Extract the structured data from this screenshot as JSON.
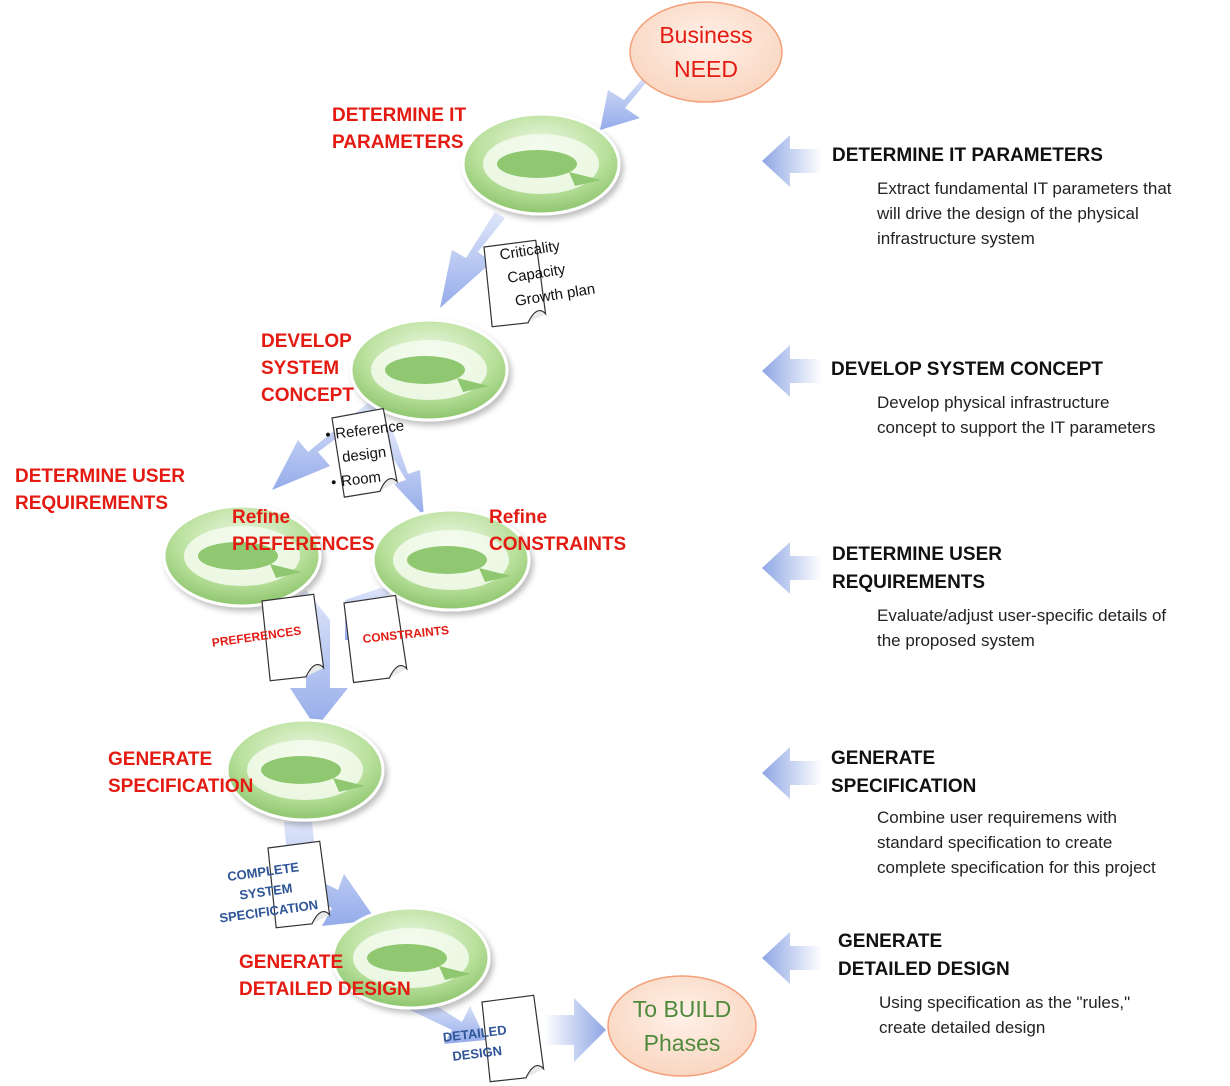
{
  "terminals": {
    "start": [
      "Business",
      "NEED"
    ],
    "end": [
      "To BUILD",
      "Phases"
    ]
  },
  "steps": {
    "it_params": [
      "DETERMINE IT",
      "PARAMETERS"
    ],
    "concept": [
      "DEVELOP",
      "SYSTEM",
      "CONCEPT"
    ],
    "user_req": [
      "DETERMINE USER",
      "REQUIREMENTS"
    ],
    "preferences": [
      "Refine",
      "PREFERENCES"
    ],
    "constraints": [
      "Refine",
      "CONSTRAINTS"
    ],
    "specification": [
      "GENERATE",
      "SPECIFICATION"
    ],
    "detailed": [
      "GENERATE",
      "DETAILED DESIGN"
    ]
  },
  "documents": {
    "it_outputs": [
      "Criticality",
      "Capacity",
      "Growth plan"
    ],
    "concept_outputs": [
      "Reference",
      "design",
      "Room"
    ],
    "preferences_doc": "PREFERENCES",
    "constraints_doc": "CONSTRAINTS",
    "spec_doc": [
      "COMPLETE",
      "SYSTEM",
      "SPECIFICATION"
    ],
    "design_doc": [
      "DETAILED",
      "DESIGN"
    ]
  },
  "legend": [
    {
      "title": [
        "DETERMINE IT PARAMETERS"
      ],
      "desc": [
        "Extract fundamental IT parameters that",
        "will drive the design of the physical",
        "infrastructure system"
      ]
    },
    {
      "title": [
        "DEVELOP SYSTEM CONCEPT"
      ],
      "desc": [
        "Develop physical infrastructure",
        "concept to support the IT parameters"
      ]
    },
    {
      "title": [
        "DETERMINE USER",
        "REQUIREMENTS"
      ],
      "desc": [
        "Evaluate/adjust user-specific details of",
        "the proposed system"
      ]
    },
    {
      "title": [
        "GENERATE",
        "SPECIFICATION"
      ],
      "desc": [
        "Combine user requiremens with",
        "standard specification to create",
        "complete specification for this project"
      ]
    },
    {
      "title": [
        "GENERATE",
        "DETAILED DESIGN"
      ],
      "desc": [
        "Using specification as the \"rules,\"",
        "create detailed design"
      ]
    }
  ],
  "colors": {
    "step_red": "#e31b12",
    "doc_blue": "#2e5597",
    "terminal_fill": "#fbe3d4",
    "end_text_green": "#4f8a3c",
    "cycle_green": "#9ccf7e",
    "arrow_blue": "#9db3e8"
  },
  "icons": [
    "cycle-icon",
    "arrow-icon",
    "document-icon"
  ]
}
